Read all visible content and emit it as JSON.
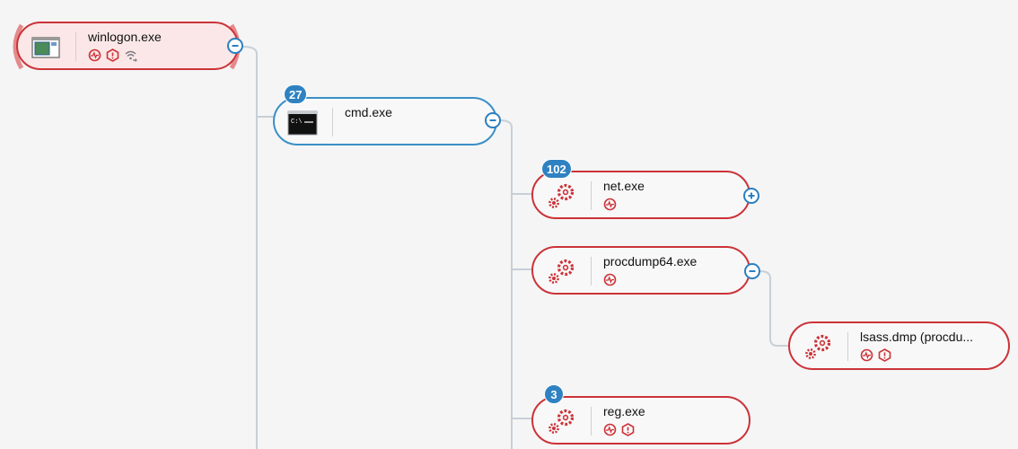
{
  "colors": {
    "accent_red": "#cc3338",
    "accent_blue": "#2f82c2",
    "connector": "#c7cfd6",
    "background": "#f5f5f6"
  },
  "tree": {
    "winlogon": {
      "name": "winlogon.exe",
      "icon": "window-app-icon",
      "tags": [
        "activity-icon",
        "alert-shield-icon",
        "network-icon"
      ],
      "toggle": "collapse"
    },
    "cmd": {
      "name": "cmd.exe",
      "badge": "27",
      "icon": "terminal-icon",
      "toggle": "collapse"
    },
    "net": {
      "name": "net.exe",
      "badge": "102",
      "icon": "gears-icon",
      "tags": [
        "activity-icon"
      ],
      "toggle": "expand"
    },
    "procdump": {
      "name": "procdump64.exe",
      "icon": "gears-icon",
      "tags": [
        "activity-icon"
      ],
      "toggle": "collapse"
    },
    "lsass": {
      "name": "lsass.dmp (procdu...",
      "icon": "gears-icon",
      "tags": [
        "activity-icon",
        "alert-shield-icon"
      ]
    },
    "reg": {
      "name": "reg.exe",
      "badge": "3",
      "icon": "gears-icon",
      "tags": [
        "activity-icon",
        "alert-shield-icon"
      ]
    }
  }
}
